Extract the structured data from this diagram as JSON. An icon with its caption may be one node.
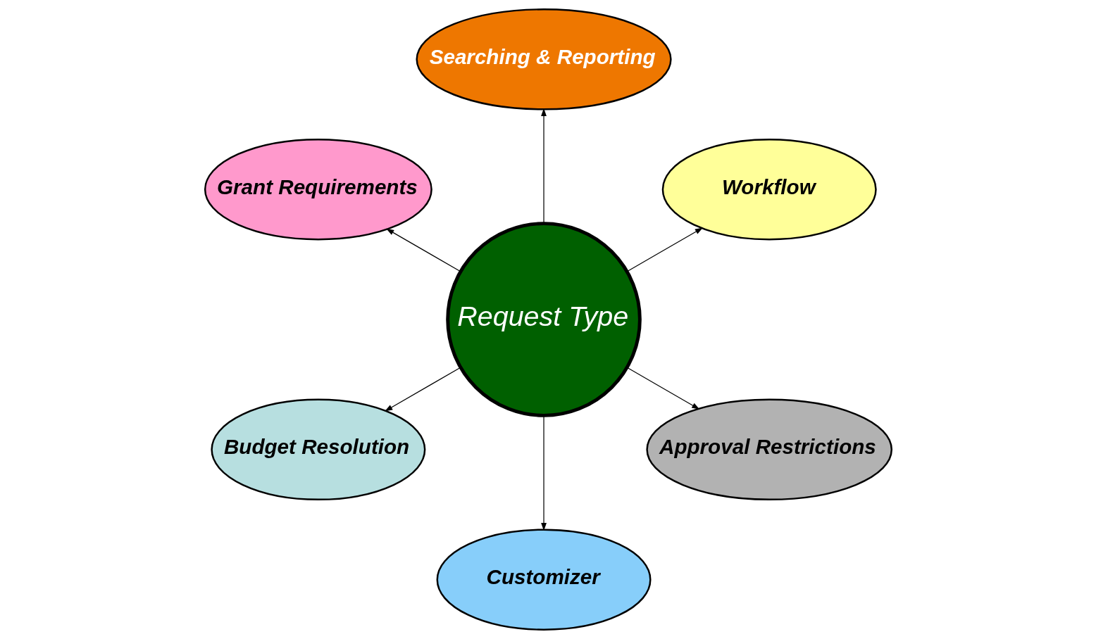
{
  "diagram": {
    "nodes": [
      {
        "text": [
          "Workflow"
        ]
      },
      {
        "text": [
          "Searching & Reporting"
        ]
      },
      {
        "text": [
          "Grant Requirements"
        ]
      },
      {
        "text": [
          "Request Type"
        ]
      },
      {
        "text": [
          "Budget Resolution"
        ]
      },
      {
        "text": [
          "Customizer"
        ]
      },
      {
        "text": [
          "Approval Restrictions"
        ]
      }
    ],
    "edges": [
      {
        "from": 3,
        "to": 0,
        "arrow": "to"
      },
      {
        "from": 3,
        "to": 1,
        "arrow": "to"
      },
      {
        "from": 3,
        "to": 4,
        "arrow": "to"
      },
      {
        "from": 3,
        "to": 6,
        "arrow": "to"
      },
      {
        "from": 3,
        "to": 5,
        "arrow": "to"
      },
      {
        "from": 3,
        "to": 2,
        "arrow": "to"
      }
    ]
  }
}
